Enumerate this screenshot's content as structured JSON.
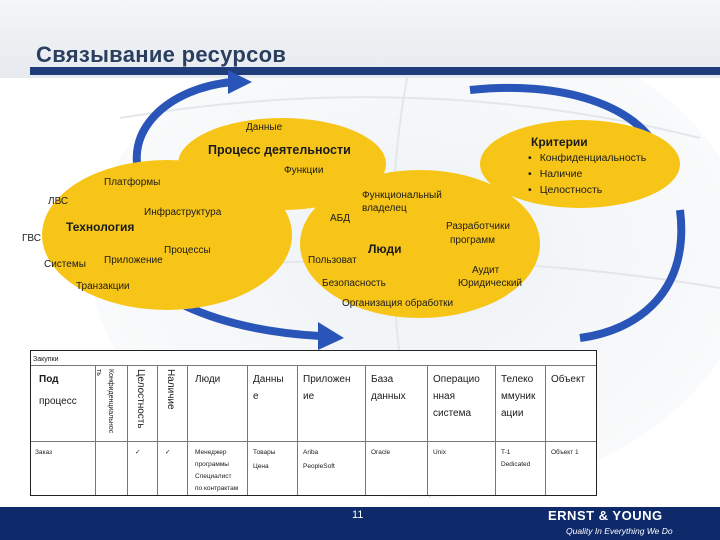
{
  "slide": {
    "title": "Связывание ресурсов",
    "page_number": "11"
  },
  "diagram": {
    "data_label": "Данные",
    "process_label": "Процесс деятельности",
    "functions_label": "Функции",
    "criteria": {
      "title": "Критерии",
      "items": [
        "Конфиденциальность",
        "Наличие",
        "Целостность"
      ]
    },
    "technology": {
      "title": "Технология",
      "items": {
        "platforms": "Платформы",
        "lvs": "ЛВС",
        "infrastructure": "Инфраструктура",
        "gvs": "ГВС",
        "systems": "Системы",
        "application": "Приложение",
        "processes": "Процессы",
        "transactions": "Транзакции"
      }
    },
    "people": {
      "title": "Люди",
      "items": {
        "functional_owner_1": "Функциональный",
        "functional_owner_2": "владелец",
        "abd": "АБД",
        "developers_1": "Разработчики",
        "developers_2": "программ",
        "user": "Пользоват",
        "audit": "Аудит",
        "security": "Безопасность",
        "legal": "Юридический",
        "processing_org": "Организация обработки"
      }
    }
  },
  "table": {
    "caption": "Закупки",
    "process_header_1": "Под",
    "process_header_2": "процесс",
    "vertical_headers": {
      "confidentiality": "Конфиденциальнос",
      "confidentiality_tail": "ть",
      "integrity": "Целостность",
      "availability": "Наличие"
    },
    "headers": {
      "people": "Люди",
      "data_1": "Данны",
      "data_2": "е",
      "app_1": "Приложен",
      "app_2": "ие",
      "db_1": "База",
      "db_2": "данных",
      "os_1": "Операцио",
      "os_2": "нная",
      "os_3": "система",
      "tel_1": "Телеко",
      "tel_2": "ммуник",
      "tel_3": "ации",
      "object": "Объект"
    },
    "row": {
      "process": "Заказ",
      "integrity_check": "✓",
      "availability_check": "✓",
      "people_1": "Менеджер",
      "people_2": "программы",
      "people_3": "Специалист",
      "people_4": "по контрактам",
      "data_1": "Товары",
      "data_2": "Цена",
      "app_1": "Ariba",
      "app_2": "PeopleSoft",
      "db": "Oracle",
      "os": "Unix",
      "tel_1": "T-1",
      "tel_2": "Dedicated",
      "object": "Объект 1"
    }
  },
  "footer": {
    "brand": "ERNST & YOUNG",
    "slogan": "Quality In Everything We Do"
  },
  "colors": {
    "ellipse": "#f7c518",
    "arrow": "#2a55b8",
    "title": "#2a3f5f",
    "band": "#1f3d7a",
    "footer": "#0e2a6b"
  }
}
